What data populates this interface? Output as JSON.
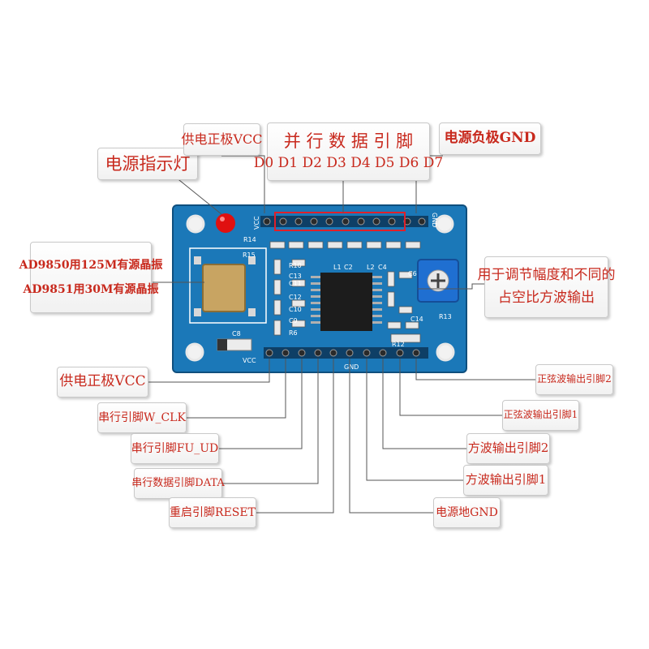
{
  "board": {
    "labels": {
      "vcc_top": "VCC",
      "gnd_top": "GND",
      "vcc_bottom": "VCC",
      "gnd_bottom": "GND",
      "r14": "R14",
      "r15": "R15",
      "c8": "C8",
      "r13": "R13",
      "c14": "C14",
      "r12": "R12",
      "r10": "R10",
      "c13": "C13",
      "c11": "C11",
      "c12": "C12",
      "c10": "C10",
      "c9": "C9",
      "r6": "R6",
      "l1": "L1",
      "c2": "C2",
      "l2": "L2",
      "c4": "C4",
      "c6": "C6"
    },
    "colors": {
      "pcb": "#1b78b8",
      "pcb_edge": "#0f4f7e",
      "silk": "#ffffff",
      "led": "#e01010",
      "pot": "#1f6fd1",
      "crystal": "#c8a462"
    }
  },
  "callouts": {
    "power_led": "电源指示灯",
    "vcc_top": "供电正极VCC",
    "parallel_title": "并 行 数 据 引 脚",
    "parallel_pins": "D0 D1 D2 D3 D4 D5 D6 D7",
    "gnd_top": "电源负极GND",
    "crystal_line1": "AD9850用125M有源晶振",
    "crystal_line2": "AD9851用30M有源晶振",
    "pot_line1": "用于调节幅度和不同的",
    "pot_line2": "占空比方波输出",
    "vcc_bottom": "供电正极VCC",
    "w_clk": "串行引脚W_CLK",
    "fu_ud": "串行引脚FU_UD",
    "data": "串行数据引脚DATA",
    "reset": "重启引脚RESET",
    "sine2": "正弦波输出引脚2",
    "sine1": "正弦波输出引脚1",
    "square2": "方波输出引脚2",
    "square1": "方波输出引脚1",
    "gnd_bottom": "电源地GND"
  }
}
